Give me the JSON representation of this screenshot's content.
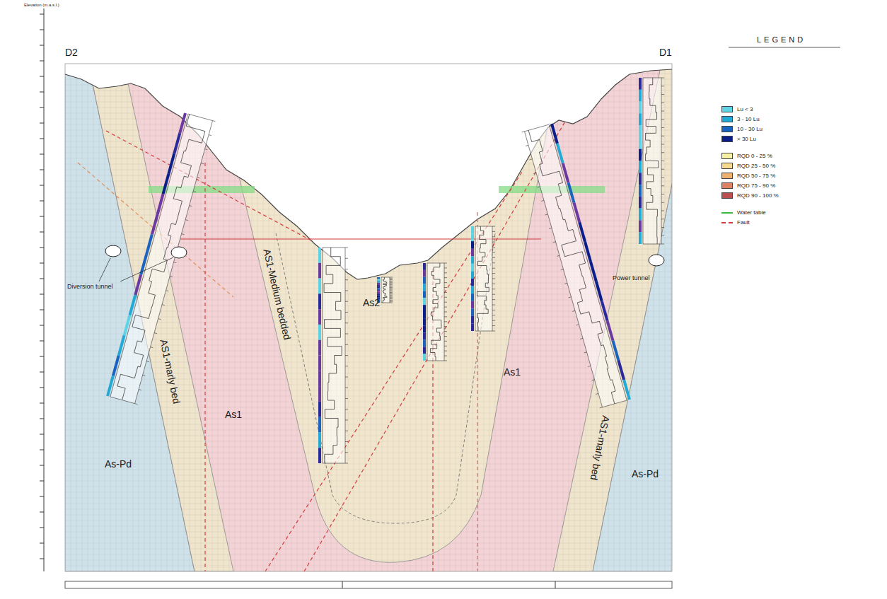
{
  "diagram": {
    "labels": [
      "D2",
      "D1",
      "As-Pd",
      "AS1-marly bed",
      "As1",
      "AS1-Medium bedded",
      "As2",
      "As1",
      "AS1-marly bed",
      "As-Pd",
      "Diversion tunnel",
      "Power tunnel",
      "LEGEND",
      "Elevation (m.a.s.l.)"
    ],
    "legend": [
      {
        "text": "Lu < 3",
        "color": "#5fd3e6"
      },
      {
        "text": "3 - 10 Lu",
        "color": "#23a9d6"
      },
      {
        "text": "10 - 30 Lu",
        "color": "#1b63c0"
      },
      {
        "text": "> 30 Lu",
        "color": "#0b1f8a"
      },
      {
        "text": "RQD 0 - 25 %",
        "color": "#f7f1a6"
      },
      {
        "text": "RQD 25 - 50 %",
        "color": "#f5d98e"
      },
      {
        "text": "RQD 50 - 75 %",
        "color": "#efb06f"
      },
      {
        "text": "RQD 75 - 90 %",
        "color": "#e08262"
      },
      {
        "text": "RQD 90 - 100 %",
        "color": "#b94f4f"
      },
      {
        "text": "Water table"
      },
      {
        "text": "Fault"
      }
    ]
  }
}
